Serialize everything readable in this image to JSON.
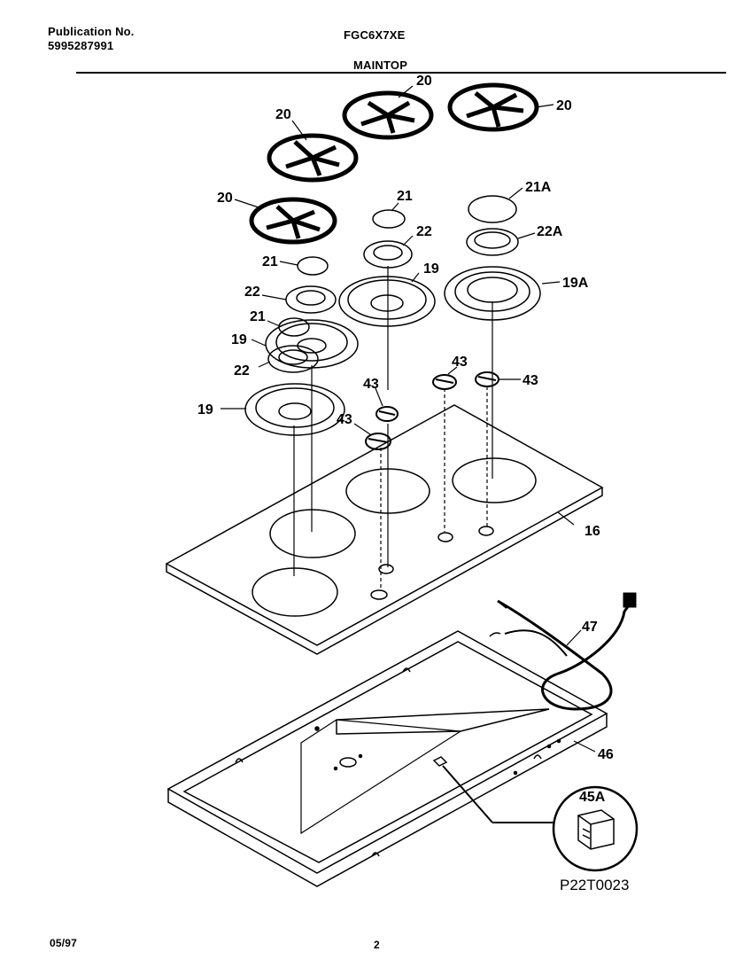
{
  "header": {
    "publication_label": "Publication No.",
    "publication_number": "5995287991",
    "model": "FGC6X7XE",
    "section": "MAINTOP"
  },
  "footer": {
    "date": "05/97",
    "page": "2"
  },
  "figure_code": "P22T0023",
  "callouts": {
    "grate_a": "20",
    "grate_b": "20",
    "grate_c": "20",
    "grate_d": "20",
    "cap_rb": "21",
    "cap_lb": "21",
    "cap_lf": "21",
    "cap_large": "21A",
    "head_rb": "22",
    "head_lb": "22",
    "head_lf": "22",
    "head_large": "22A",
    "bowl_rb": "19",
    "bowl_lb": "19",
    "bowl_lf": "19",
    "bowl_large": "19A",
    "knob_1": "43",
    "knob_2": "43",
    "knob_3": "43",
    "knob_4": "43",
    "maintop": "16",
    "cord": "47",
    "pan": "46",
    "switch": "45A"
  }
}
